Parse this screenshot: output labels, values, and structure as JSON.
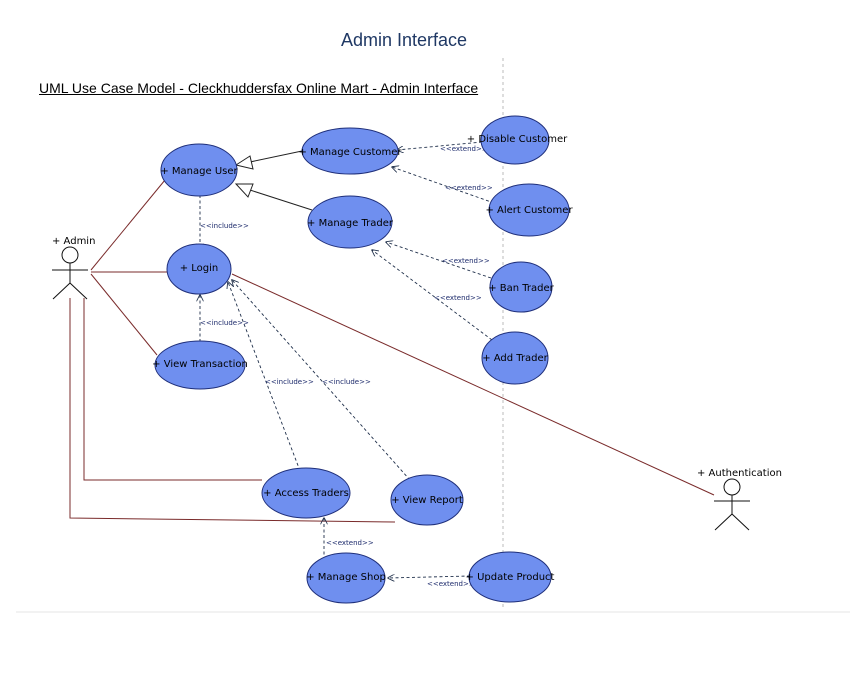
{
  "page": {
    "title": "Admin Interface"
  },
  "diagram": {
    "title": "UML Use Case Model - Cleckhuddersfax Online Mart - Admin Interface"
  },
  "colors": {
    "usecase_fill": "#6f8fef",
    "usecase_stroke": "#1f2f7a",
    "association": "#7a2b2b",
    "dependency": "#1f2f4a",
    "title": "#1f3864"
  },
  "actors": {
    "admin": "+ Admin",
    "authentication": "+ Authentication"
  },
  "use_cases": {
    "manage_user": "+ Manage User",
    "manage_customer": "+ Manage Customer",
    "disable_customer": "+ Disable Customer",
    "alert_customer": "+ Alert Customer",
    "manage_trader": "+ Manage Trader",
    "ban_trader": "+ Ban Trader",
    "add_trader": "+ Add Trader",
    "login": "+ Login",
    "view_transaction": "+ View Transaction",
    "access_traders": "+ Access Traders",
    "view_report": "+ View Report",
    "manage_shop": "+ Manage Shop",
    "update_product": "+ Update Product"
  },
  "relations": {
    "include": "<<include>>",
    "extend": "<<extend>>"
  }
}
